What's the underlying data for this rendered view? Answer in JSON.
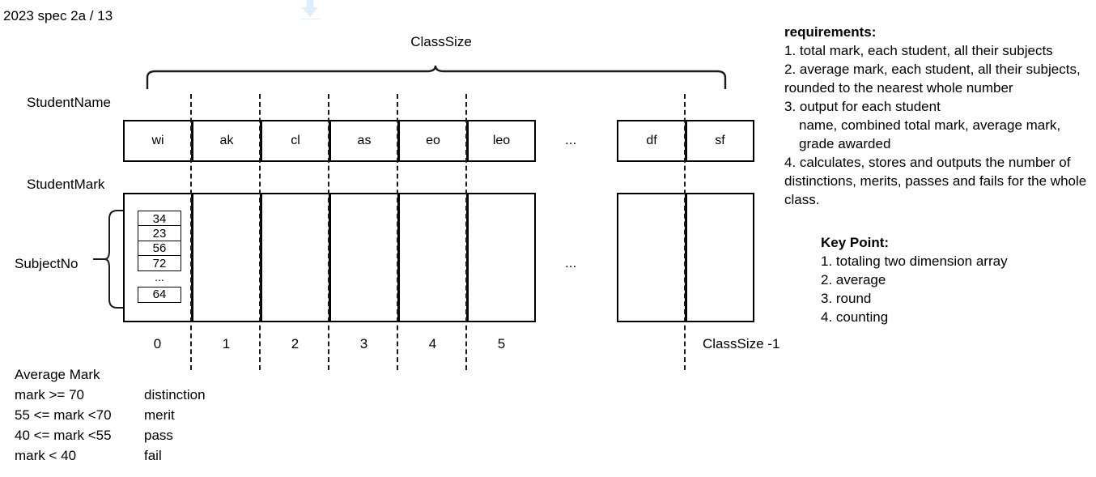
{
  "slide": {
    "title": "2023 spec 2a / 13"
  },
  "icons": {
    "download_arrow": "download-arrow-icon"
  },
  "diagram": {
    "classsize_label": "ClassSize",
    "studentname_label": "StudentName",
    "studentmark_label": "StudentMark",
    "subjectno_label": "SubjectNo",
    "ellipsis": "...",
    "student_names_left": [
      "wi",
      "ak",
      "cl",
      "as",
      "eo",
      "leo"
    ],
    "student_names_right": [
      "df",
      "sf"
    ],
    "subject_marks": [
      "34",
      "23",
      "56",
      "72"
    ],
    "subject_marks_dots": "...",
    "subject_marks_last": "64",
    "indices_left": [
      "0",
      "1",
      "2",
      "3",
      "4",
      "5"
    ],
    "index_last": "ClassSize -1"
  },
  "grade_table": {
    "heading": "Average Mark",
    "rows": [
      {
        "condition": "mark >= 70",
        "grade": "distinction"
      },
      {
        "condition": "55 <= mark <70",
        "grade": "merit"
      },
      {
        "condition": "40 <= mark <55",
        "grade": "pass"
      },
      {
        "condition": "mark < 40",
        "grade": "fail"
      }
    ]
  },
  "requirements": {
    "heading": "requirements:",
    "lines": [
      "1. total mark, each student, all their subjects",
      "2. average mark, each student, all their subjects, rounded to the nearest whole number",
      "3. output for each student",
      "name, combined total mark, average mark, grade awarded",
      "4. calculates, stores and outputs the number of distinctions, merits, passes and fails for the whole class."
    ]
  },
  "key_point": {
    "heading": "Key Point:",
    "lines": [
      "1. totaling two dimension array",
      "2. average",
      "3. round",
      "4. counting"
    ]
  },
  "colors": {
    "ink": "#000000",
    "background": "#ffffff",
    "watermark": "#cfe9f7"
  }
}
